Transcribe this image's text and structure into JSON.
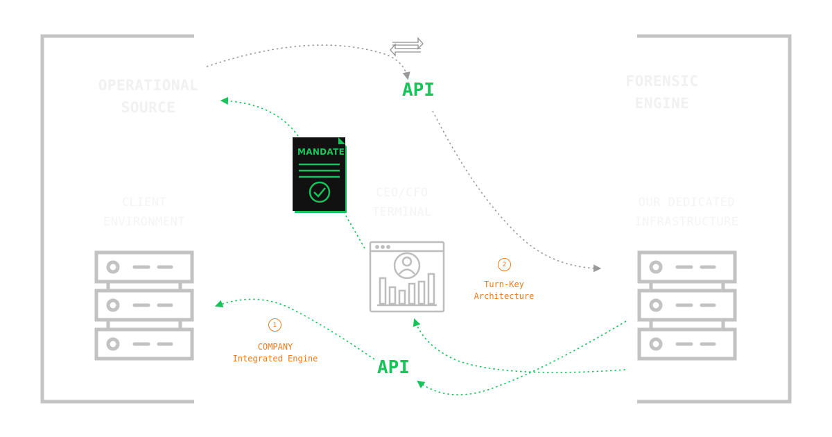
{
  "left_panel": {
    "title_line1": "OPERATIONAL",
    "title_line2": "SOURCE",
    "sub_line1": "CLIENT",
    "sub_line2": "ENVIRONMENT"
  },
  "right_panel": {
    "title_line1": "FORENSIC",
    "title_line2": "ENGINE",
    "sub_line1": "OUR DEDICATED",
    "sub_line2": "INFRASTRUCTURE"
  },
  "center": {
    "terminal_line1": "CEO/CFO",
    "terminal_line2": "TERMINAL"
  },
  "api_top": "API",
  "api_bottom": "API",
  "mandate_label": "MANDATE",
  "note1": {
    "badge": "1",
    "line1": "COMPANY",
    "line2": "Integrated Engine"
  },
  "note2": {
    "badge": "2",
    "line1": "Turn-Key",
    "line2": "Architecture"
  },
  "colors": {
    "green": "#19c25a",
    "orange": "#ea7a1d",
    "grey": "#b9b9b9",
    "dark": "#111111"
  },
  "icons": [
    "server-rack-icon",
    "dashboard-terminal-icon",
    "mandate-document-icon",
    "check-icon",
    "swap-arrows-icon"
  ]
}
